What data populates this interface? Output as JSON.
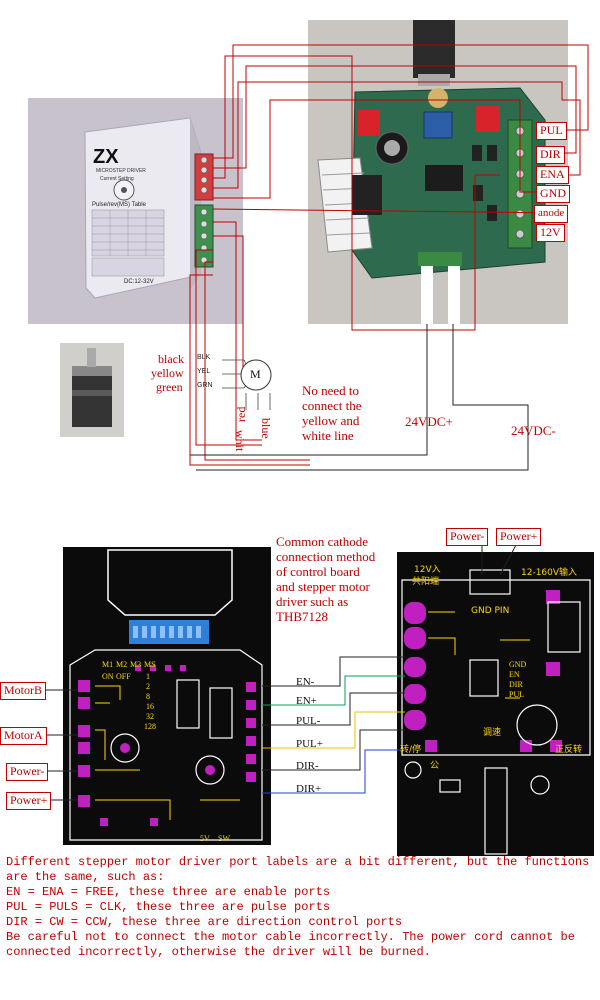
{
  "driver": {
    "brand": "ZX",
    "model": "MICROSTEP DRIVER",
    "voltage": "DC:12-32V",
    "table_title": "Pulse/rev(MS) Table",
    "current_setting": "Current Setting"
  },
  "motor_symbol": "M",
  "wire_colors_left": {
    "black": "black",
    "yellow": "yellow",
    "green": "green"
  },
  "motor_pins": {
    "blk": "BLK",
    "yel": "YEL",
    "grn": "GRN"
  },
  "wire_colors_bottom": {
    "red": "red",
    "white": "whit",
    "blue": "blue"
  },
  "board_ports": [
    "PUL",
    "DIR",
    "ENA",
    "GND",
    "anode",
    "12V"
  ],
  "top_note": [
    "No need to",
    "connect the",
    "yellow and",
    "white line"
  ],
  "supply": {
    "plus": "24VDC+",
    "minus": "24VDC-"
  },
  "common_note": [
    "Common cathode",
    "connection method",
    "of control board",
    "and stepper motor",
    "driver such as",
    "THB7128"
  ],
  "left_labels": [
    "MotorB",
    "MotorA",
    "Power-",
    "Power+"
  ],
  "right_labels": [
    "Power-",
    "Power+"
  ],
  "wire_labels": [
    "EN-",
    "EN+",
    "PUL-",
    "PUL+",
    "DIR-",
    "DIR+"
  ],
  "right_pcb_text": [
    "12V入",
    "共阳端",
    "12-160V输入",
    "GND PIN",
    "GND",
    "EN",
    "DIR",
    "PUL",
    "调速",
    "转/停",
    "正反转",
    "公"
  ],
  "left_pcb_text": [
    "M1",
    "M2",
    "M3",
    "MS",
    "ON",
    "OFF",
    "1",
    "2",
    "8",
    "16",
    "32",
    "128",
    "5V",
    "SW"
  ],
  "bottom_note": [
    "Different stepper motor driver port labels are a bit different, but the functions",
    "are the same, such as:",
    "EN = ENA = FREE, these three are enable ports",
    "PUL = PULS = CLK, these three are pulse ports",
    "DIR = CW = CCW, these three are direction control ports",
    "Be careful not to connect the motor cable incorrectly. The power cord cannot be",
    "connected incorrectly, otherwise the driver will be burned."
  ],
  "colors": {
    "red_label": "#c00000",
    "pcb_green": "#2e6b4e",
    "pcb_dark": "#111111"
  }
}
